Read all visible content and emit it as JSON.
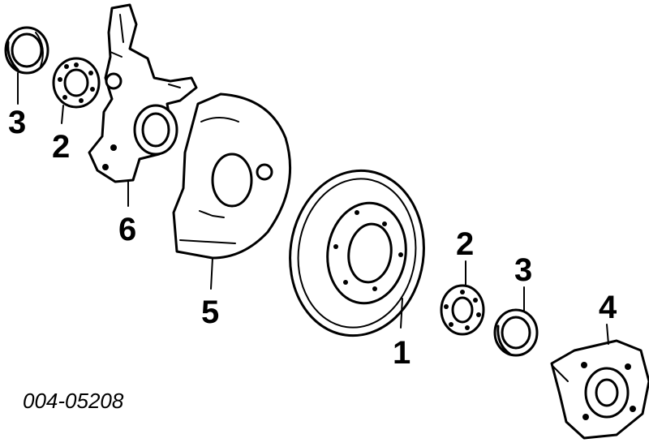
{
  "diagram": {
    "drawing_code": "004-05208",
    "parts": [
      {
        "id": "part-1",
        "label": "1",
        "name": "brake-disc-rotor"
      },
      {
        "id": "part-2a",
        "label": "2",
        "name": "inner-bearing"
      },
      {
        "id": "part-2b",
        "label": "2",
        "name": "outer-bearing"
      },
      {
        "id": "part-3a",
        "label": "3",
        "name": "inner-seal-race"
      },
      {
        "id": "part-3b",
        "label": "3",
        "name": "outer-seal-race"
      },
      {
        "id": "part-4",
        "label": "4",
        "name": "wheel-hub"
      },
      {
        "id": "part-5",
        "label": "5",
        "name": "dust-shield"
      },
      {
        "id": "part-6",
        "label": "6",
        "name": "steering-knuckle"
      }
    ]
  }
}
